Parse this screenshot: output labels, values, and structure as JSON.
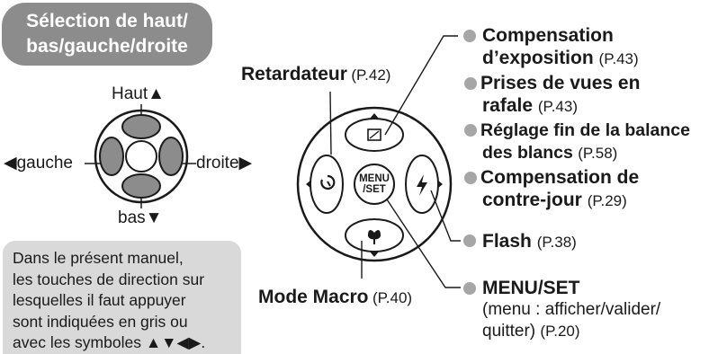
{
  "selection_title": [
    "Sélection de haut/",
    "bas/gauche/droite"
  ],
  "small_dpad": {
    "up": "Haut▲",
    "down": "bas▼",
    "left": "◀gauche",
    "right": "droite▶"
  },
  "note_lines": [
    "Dans le présent manuel,",
    "les touches de direction sur",
    "lesquelles il faut appuyer",
    "sont indiquées en gris ou",
    "avec les symboles ▲▼◀▶."
  ],
  "retardateur": {
    "label": "Retardateur",
    "ref": "(P.42)"
  },
  "mode_macro": {
    "label": "Mode Macro",
    "ref": "(P.40)"
  },
  "menu_button_text": [
    "MENU",
    "/SET"
  ],
  "features": {
    "compensation_exposition": {
      "line1": "Compensation",
      "line2": "d’exposition",
      "ref": "(P.43)"
    },
    "prises_de_vues": {
      "line1": "Prises de vues en",
      "line2": "rafale",
      "ref": "(P.43)"
    },
    "balance_blancs": {
      "line1": "Réglage fin de la balance",
      "line2": "des blancs",
      "ref": "(P.58)"
    },
    "contre_jour": {
      "line1": "Compensation de",
      "line2": "contre-jour",
      "ref": "(P.29)"
    },
    "flash": {
      "label": "Flash",
      "ref": "(P.38)"
    },
    "menu_set": {
      "label": "MENU/SET",
      "desc1": "(menu : afficher/valider/",
      "desc2": "quitter)",
      "ref": "(P.20)"
    }
  },
  "colors": {
    "button_gray": "#8c8c8c",
    "note_bg": "#d9d9d9",
    "dot_gray": "#a6a6a6"
  }
}
